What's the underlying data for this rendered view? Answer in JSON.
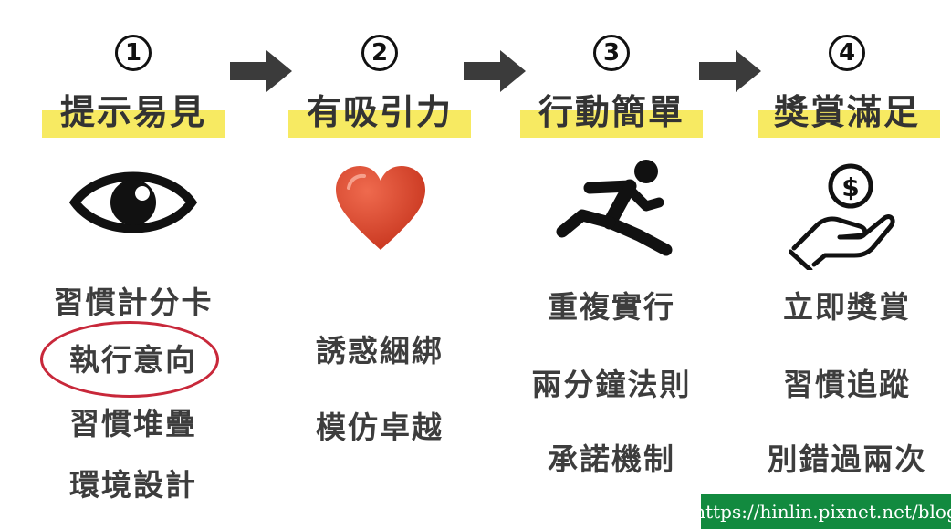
{
  "steps": [
    {
      "number": "1",
      "title": "提示易見",
      "icon": "eye-icon",
      "items": [
        "習慣計分卡",
        "執行意向",
        "習慣堆疊",
        "環境設計"
      ]
    },
    {
      "number": "2",
      "title": "有吸引力",
      "icon": "heart-icon",
      "items": [
        "誘惑綑綁",
        "模仿卓越"
      ]
    },
    {
      "number": "3",
      "title": "行動簡單",
      "icon": "running-person-icon",
      "items": [
        "重複實行",
        "兩分鐘法則",
        "承諾機制"
      ]
    },
    {
      "number": "4",
      "title": "獎賞滿足",
      "icon": "money-in-hand-icon",
      "items": [
        "立即獎賞",
        "習慣追蹤",
        "別錯過兩次"
      ]
    }
  ],
  "highlighted_item": "執行意向",
  "colors": {
    "highlight": "#f7ea62",
    "circle_mark": "#c8283a",
    "heart": "#d9452c",
    "arrow": "#3b3b3b",
    "watermark_bg": "#128a3f"
  },
  "watermark": "https://hinlin.pixnet.net/blog"
}
